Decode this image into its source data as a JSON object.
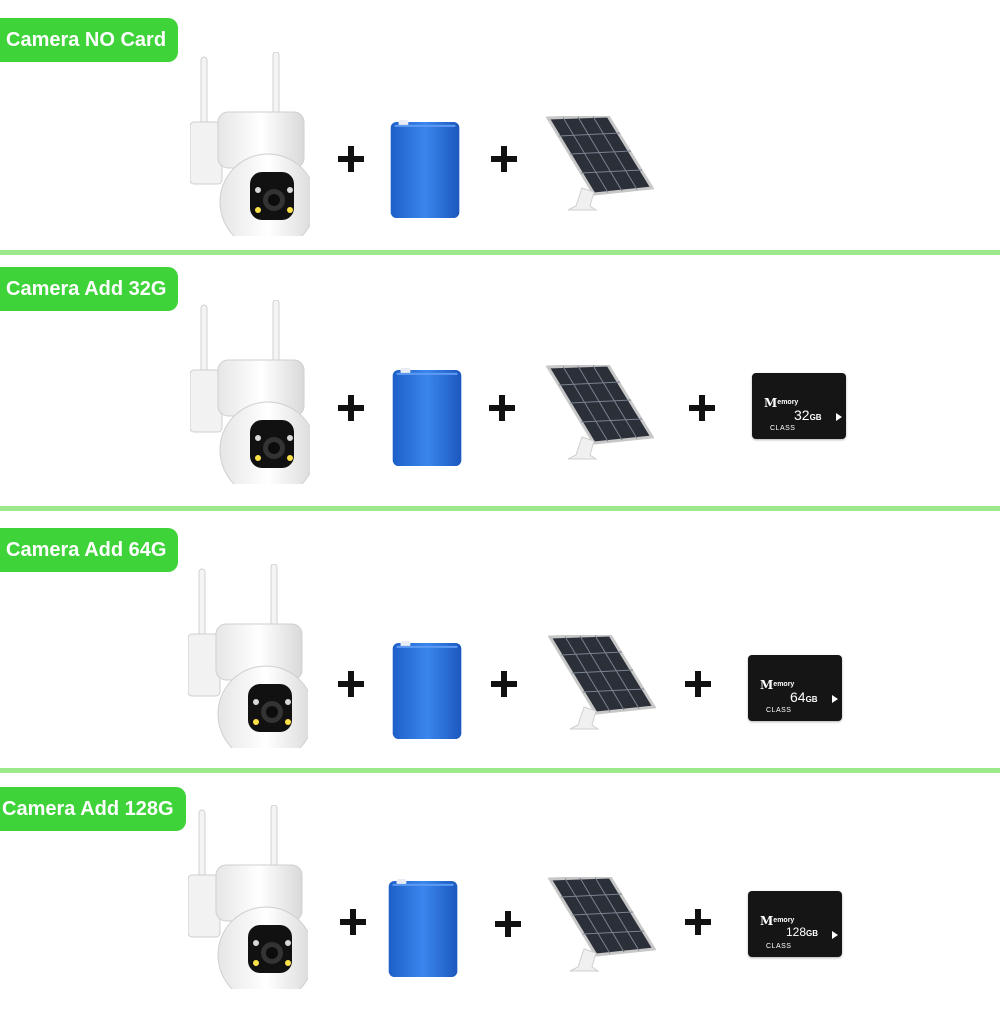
{
  "sections": [
    {
      "label": "Camera NO Card",
      "card": null
    },
    {
      "label": "Camera Add 32G",
      "card": {
        "size": "32",
        "unit": "GB"
      }
    },
    {
      "label": "Camera Add 64G",
      "card": {
        "size": "64",
        "unit": "GB"
      }
    },
    {
      "label": "Camera Add 128G",
      "card": {
        "size": "128",
        "unit": "GB"
      }
    }
  ],
  "card_text": {
    "brand_big": "M",
    "brand_small": "emory",
    "class": "CLASS"
  },
  "colors": {
    "tag_green": "#3fd33a",
    "divider_green": "#9be98a",
    "battery_blue": "#2b73e0",
    "panel_dark": "#2a2f38"
  },
  "icons": [
    "camera-icon",
    "battery-icon",
    "solar-panel-icon",
    "plus-icon",
    "sd-card-icon"
  ]
}
